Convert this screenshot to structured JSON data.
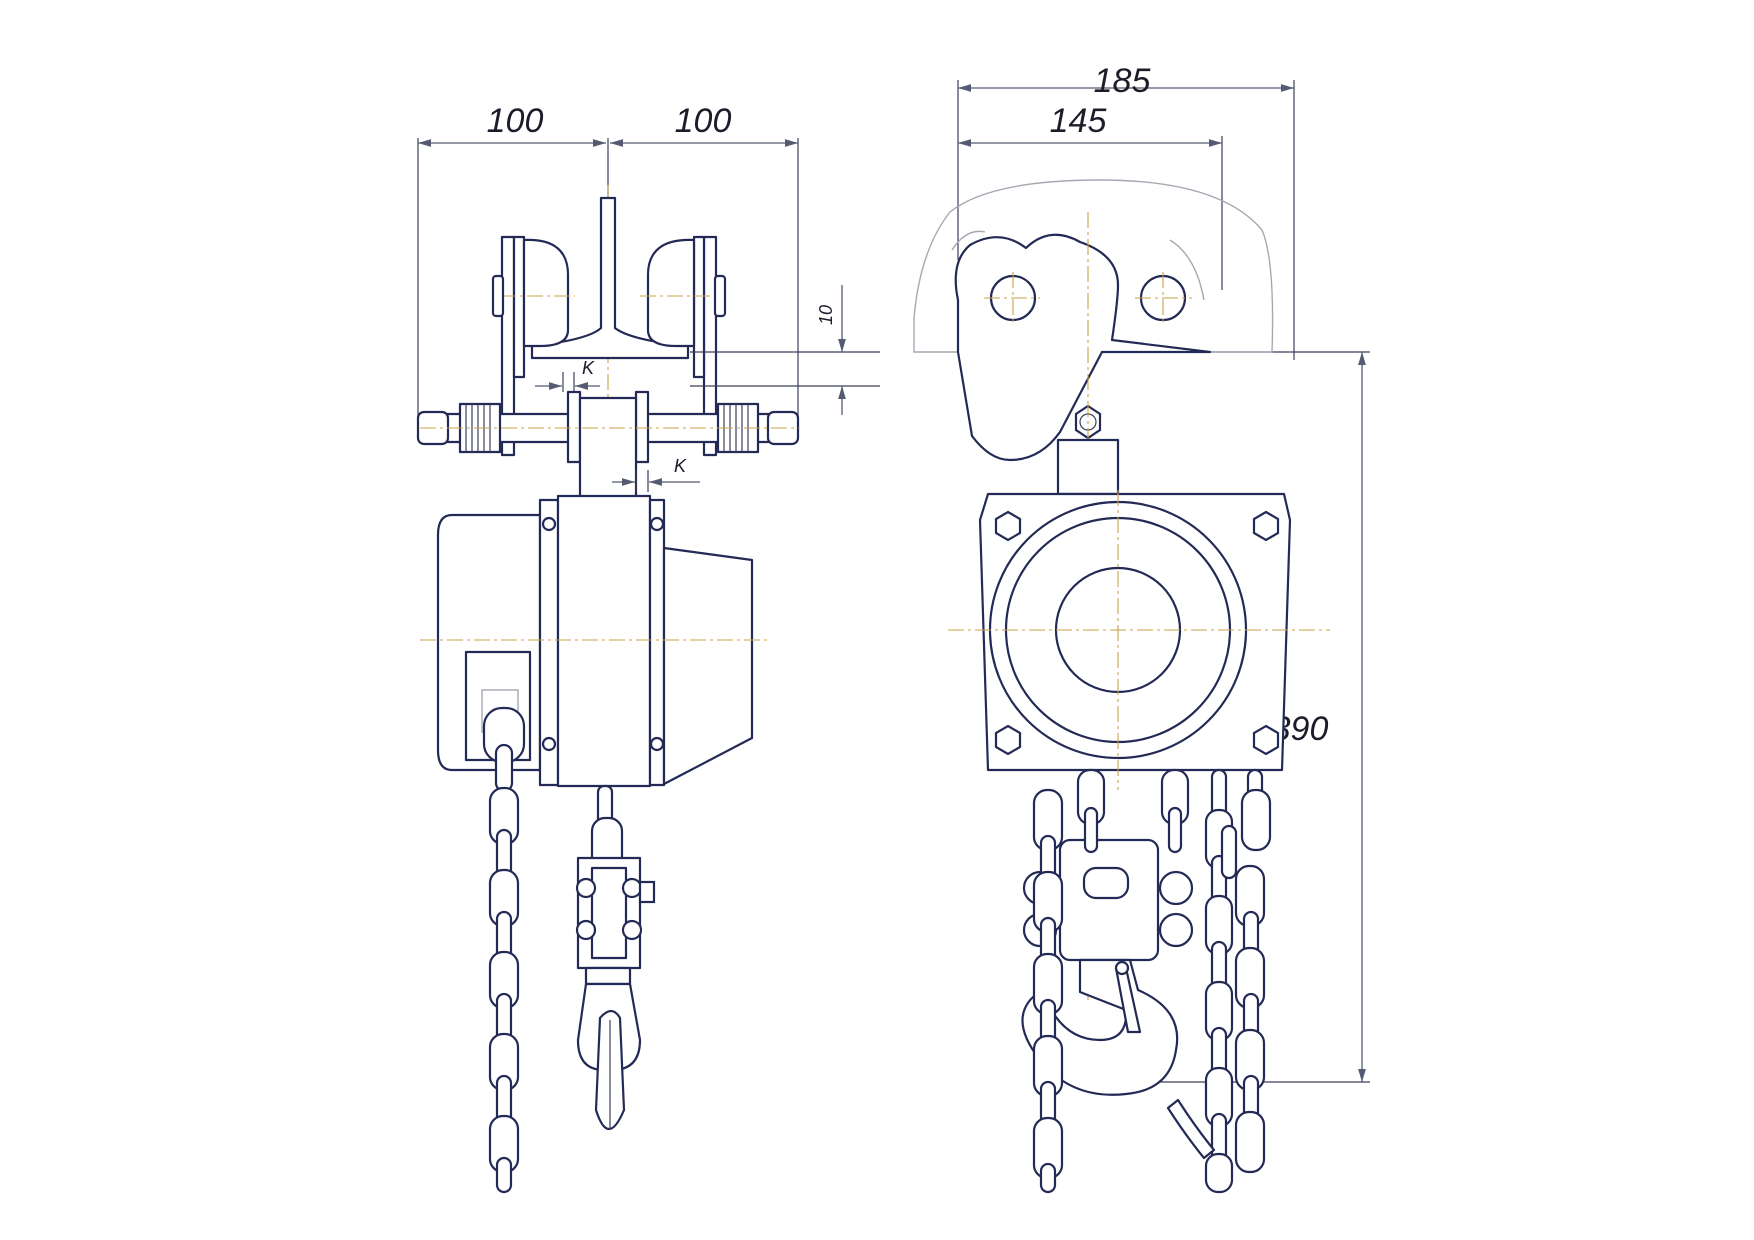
{
  "dimensions": {
    "side_left_width": "100",
    "side_right_width": "100",
    "beam_gap": "10",
    "clearance_k_top": "K",
    "clearance_k_bottom": "K",
    "front_overall_width": "185",
    "front_hook_width": "145",
    "front_height": "390"
  },
  "colors": {
    "outline": "#232a55",
    "dimension": "#555b70",
    "axis": "#c9a24a"
  }
}
